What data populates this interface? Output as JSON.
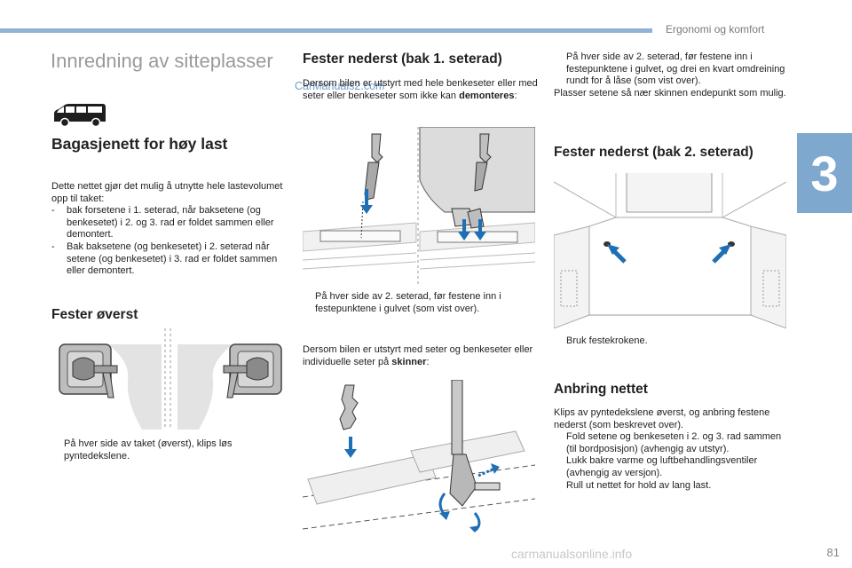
{
  "header": {
    "section": "Ergonomi og komfort",
    "chapter_number": "3",
    "page_number": "81"
  },
  "watermark_top": "CarManuals2.com",
  "watermark_bottom": "carmanualsonline.info",
  "col1": {
    "title": "Innredning av sitteplasser",
    "net_heading": "Bagasjenett for høy last",
    "net_intro": "Dette nettet gjør det mulig å utnytte hele lastevolumet opp til taket:",
    "net_items": [
      {
        "mark": "-",
        "text": "bak forsetene i 1. seterad, når baksetene (og benkesetet) i 2. og 3. rad er foldet sammen eller demontert."
      },
      {
        "mark": "-",
        "text": "Bak baksetene (og benkesetet) i 2. seterad når setene (og benkesetet) i 3. rad er foldet sammen eller demontert."
      }
    ],
    "upper_heading": "Fester øverst",
    "upper_bullet": "På hver side av taket (øverst), klips løs pyntedekslene."
  },
  "col2": {
    "lower1_heading": "Fester nederst (bak 1. seterad)",
    "lower1_text_pre": "Dersom bilen er utstyrt med hele benkeseter eller med seter eller benkeseter som ikke kan ",
    "lower1_text_bold": "demonteres",
    "lower1_text_post": ":",
    "lower1_bullet": "På hver side av 2. seterad, før festene inn i festepunktene i gulvet (som vist over).",
    "rails_text_pre": "Dersom bilen er utstyrt med seter og benkeseter eller individuelle seter på ",
    "rails_text_bold": "skinner",
    "rails_text_post": ":"
  },
  "col3": {
    "top_bullet": "På hver side av 2. seterad, før festene inn i festepunktene i gulvet, og drei en kvart omdreining rundt for å låse (som vist over).",
    "top_text": "Plasser setene så nær skinnen endepunkt som mulig.",
    "lower2_heading": "Fester nederst (bak 2. seterad)",
    "lower2_bullet": "Bruk festekrokene.",
    "install_heading": "Anbring nettet",
    "install_intro": "Klips av pyntedekslene øverst, og anbring festene nederst (som beskrevet over).",
    "install_bullets": [
      "Fold setene og benkeseten i 2. og 3. rad sammen (til bordposisjon) (avhengig av utstyr).",
      "Lukk bakre varme og luftbehandlingsventiler (avhengig av versjon).",
      "Rull ut nettet for hold av lang last."
    ]
  },
  "bullet_mark": "",
  "colors": {
    "accent_blue": "#8fb3d4",
    "tab_blue": "#7fa8cf",
    "arrow_blue": "#1f6fb5"
  }
}
